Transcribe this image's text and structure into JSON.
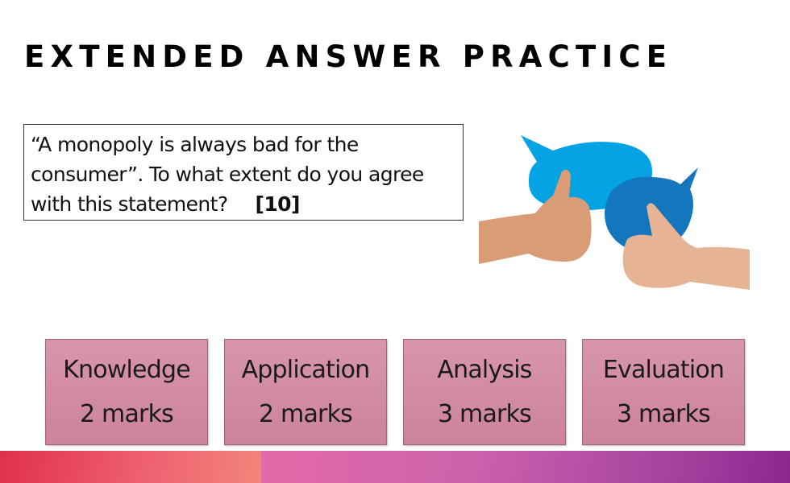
{
  "slide": {
    "title": "EXTENDED ANSWER PRACTICE",
    "question": {
      "line1": "“A monopoly is always bad for the",
      "line2": "consumer”.  To what extent do you agree",
      "line3": "with this statement?",
      "marks": "[10]"
    },
    "illustration": {
      "icon": "thumbs-up-speech-bubbles-icon",
      "colors": {
        "bubble_light": "#05a3e3",
        "bubble_dark": "#1477bd",
        "skin": "#e0a67f"
      }
    },
    "criteria": [
      {
        "label": "Knowledge",
        "marks": "2 marks"
      },
      {
        "label": "Application",
        "marks": "2 marks"
      },
      {
        "label": "Analysis",
        "marks": "3 marks"
      },
      {
        "label": "Evaluation",
        "marks": "3 marks"
      }
    ],
    "colors": {
      "criteria_box": "#d28ca2",
      "footer_left": "#e83f55",
      "footer_right": "#b04aa4"
    }
  }
}
